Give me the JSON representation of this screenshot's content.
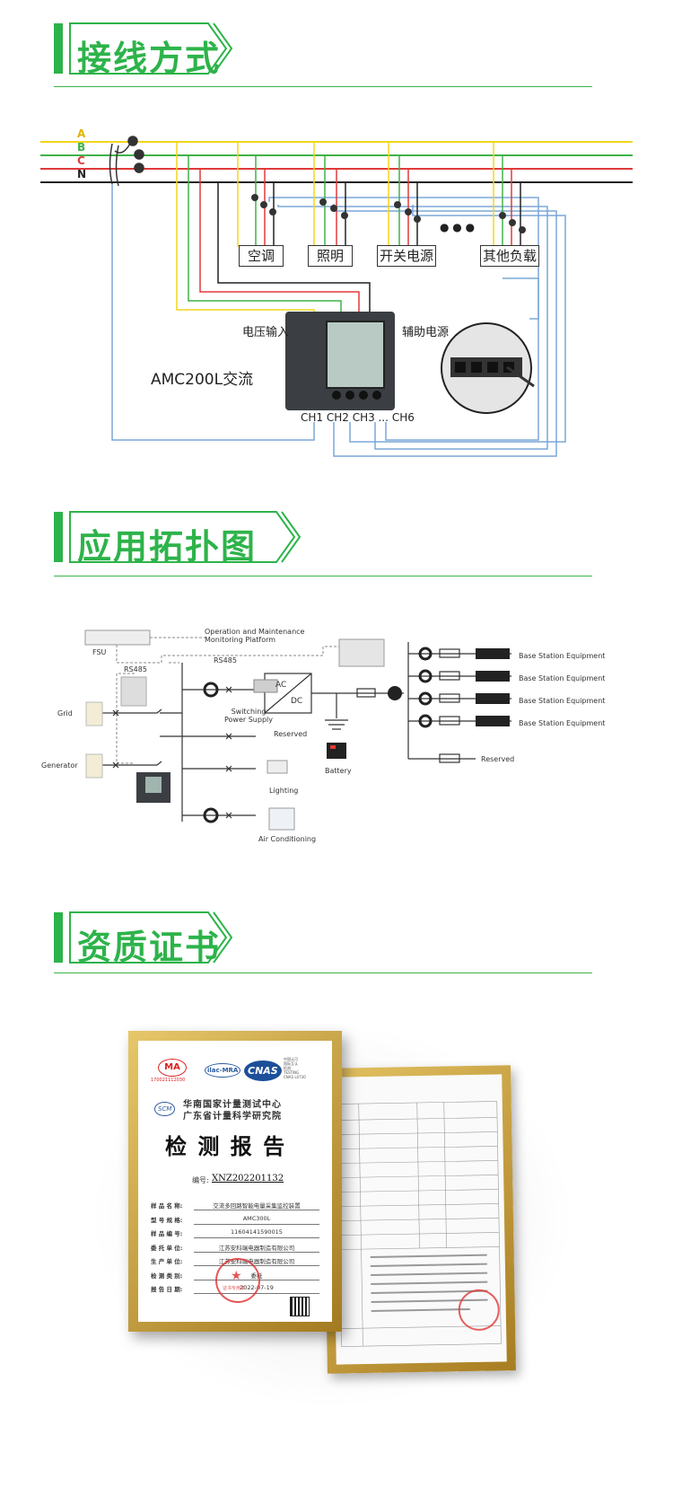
{
  "sections": {
    "wiring": {
      "title": "接线方式"
    },
    "topology": {
      "title": "应用拓扑图"
    },
    "certificate": {
      "title": "资质证书"
    }
  },
  "colors": {
    "accent_green": "#2db34a",
    "phase_a": "#f2d51c",
    "phase_b": "#3fb24a",
    "phase_c": "#e03a3a",
    "neutral": "#222222",
    "signal_blue": "#7aa7d8",
    "frame_gold": "#c9a13a"
  },
  "wiring": {
    "phases": [
      "A",
      "B",
      "C",
      "N"
    ],
    "loads": [
      "空调",
      "照明",
      "开关电源",
      "其他负载"
    ],
    "ellipsis": "● ● ●",
    "voltage_input": "电压输入",
    "aux_power": "辅助电源",
    "model_label": "AMC200L交流",
    "channels": "CH1 CH2 CH3 ... CH6"
  },
  "topology": {
    "fsu": "FSU",
    "platform": "Operation and Maintenance\nMonitoring Platform",
    "rs485_a": "RS485",
    "rs485_b": "RS485",
    "grid": "Grid",
    "generator": "Generator",
    "switching_power_supply": "Switching\nPower Supply",
    "ac": "AC",
    "dc": "DC",
    "reserved_left": "Reserved",
    "lighting": "Lighting",
    "air_conditioning": "Air Conditioning",
    "battery": "Battery",
    "reserved_right": "Reserved",
    "base_station": [
      "Base Station Equipment",
      "Base Station Equipment",
      "Base Station Equipment",
      "Base Station Equipment"
    ]
  },
  "certificate": {
    "logos": {
      "cma": "MA",
      "cma_number": "170021112030",
      "ilac": "ilac-MRA",
      "cnas": "CNAS",
      "cnas_note": "中国认可\n国际互认\n检测\nTESTING\nCNAS L0730"
    },
    "institute_line1": "华南国家计量测试中心",
    "institute_line2": "广东省计量科学研究院",
    "scm": "SCM",
    "report_title": "检 测 报 告",
    "number_label": "编号:",
    "number": "XNZ202201132",
    "fields": [
      {
        "label": "样 品 名 称:",
        "value": "交流多回路智能电量采集监控装置"
      },
      {
        "label": "型 号 规 格:",
        "value": "AMC300L"
      },
      {
        "label": "样 品 编 号:",
        "value": "11604141590015"
      },
      {
        "label": "委 托 单 位:",
        "value": "江苏安科瑞电器制造有限公司"
      },
      {
        "label": "生 产 单 位:",
        "value": "江苏安科瑞电器制造有限公司"
      },
      {
        "label": "检 测 类 别:",
        "value": "委托"
      },
      {
        "label": "报 告 日 期:",
        "value": "2022-07-19"
      }
    ],
    "seal_text": "证书专用章"
  }
}
